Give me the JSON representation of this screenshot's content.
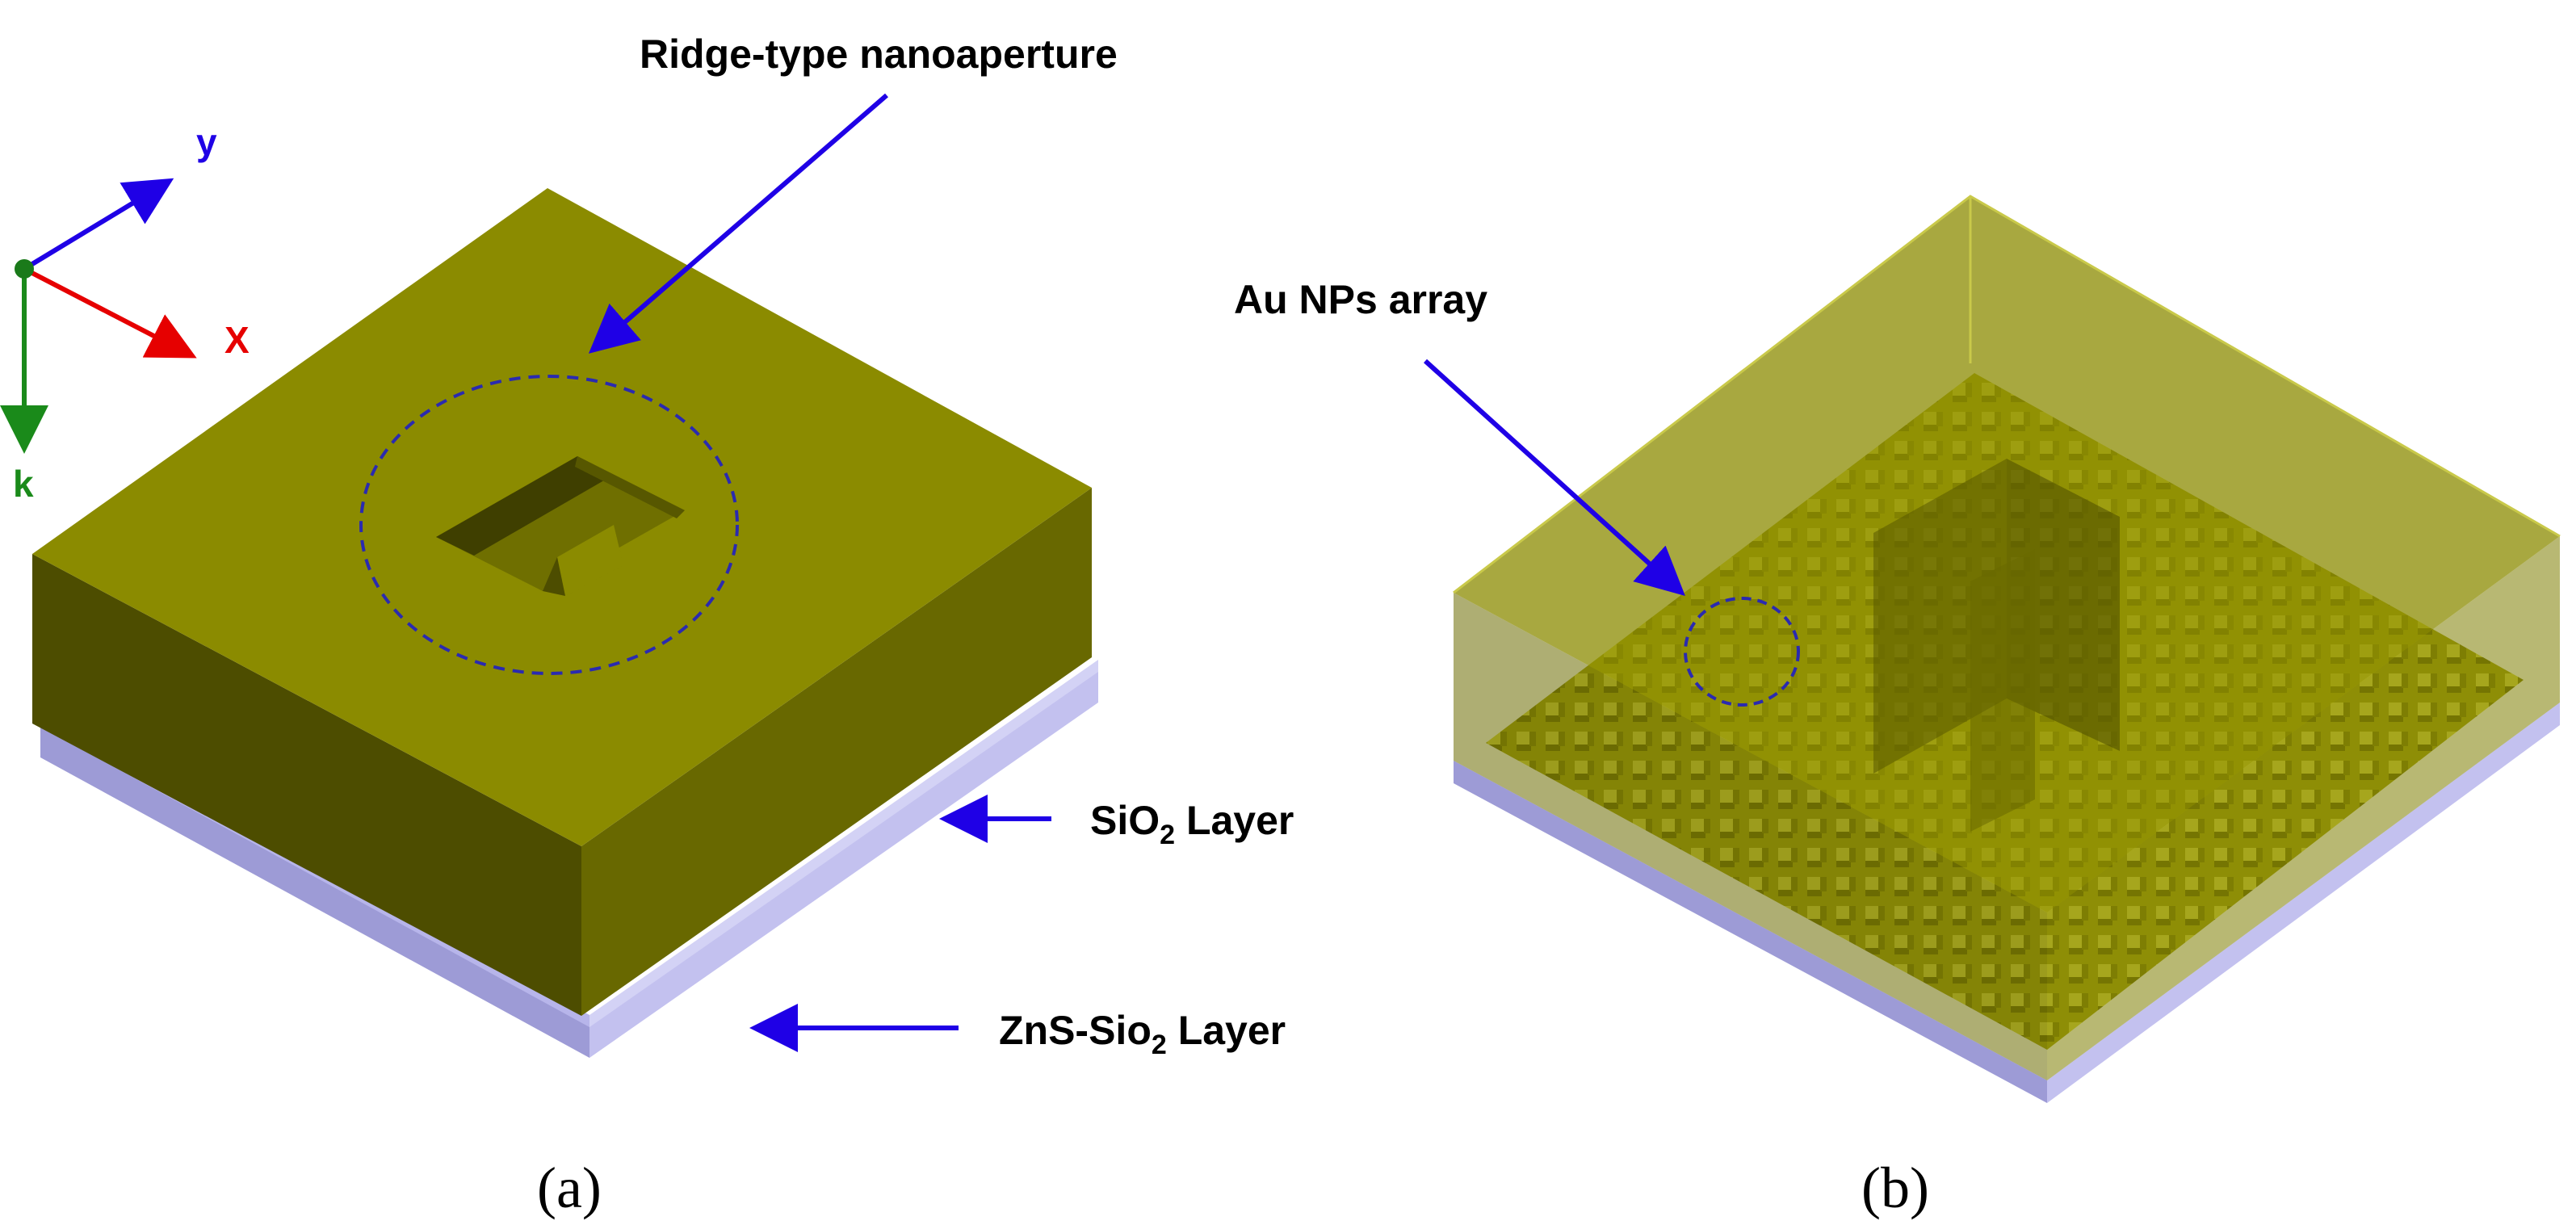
{
  "panel_a": {
    "caption": "(a)",
    "callout_aperture": "Ridge-type nanoaperture",
    "callout_sio2": {
      "main": "SiO",
      "sub": "2",
      "tail": " Layer"
    },
    "callout_zns": {
      "main": "ZnS-Sio",
      "sub": "2",
      "tail": " Layer"
    },
    "axes": {
      "y": "y",
      "x": "X",
      "k": "k"
    }
  },
  "panel_b": {
    "caption": "(b)",
    "callout_array": "Au NPs array"
  },
  "colors": {
    "gold_top": "#8b8b00",
    "gold_front": "#4d4d00",
    "gold_right": "#6c6c00",
    "substrate": "#b2b0e6",
    "arrow_blue": "#1f00e6",
    "axis_x": "#e60000",
    "axis_k": "#1a8a1a",
    "axis_y": "#1f00e6"
  }
}
